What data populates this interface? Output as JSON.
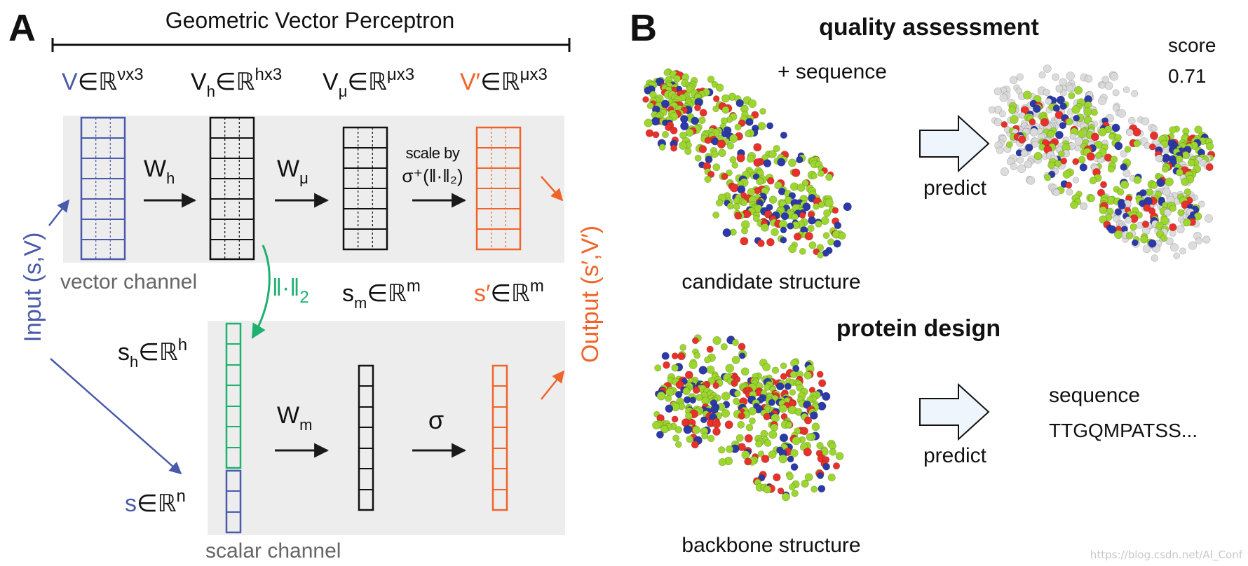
{
  "panel_a": {
    "letter": "A",
    "title": "Geometric Vector Perceptron",
    "v_in": {
      "base": "V",
      "set": "∈ℝ",
      "sup": "νx3"
    },
    "v_h": {
      "base": "V",
      "sub": "h",
      "set": "∈ℝ",
      "sup": "hx3"
    },
    "v_mu": {
      "base": "V",
      "sub": "μ",
      "set": "∈ℝ",
      "sup": "μx3"
    },
    "v_out": {
      "base": "V′",
      "set": "∈ℝ",
      "sup": "μx3"
    },
    "w_h": {
      "base": "W",
      "sub": "h"
    },
    "w_mu": {
      "base": "W",
      "sub": "μ"
    },
    "scale_by": "scale by",
    "sigma_norm": "σ⁺(‖·‖₂)",
    "vector_channel": "vector channel",
    "norm": {
      "base": "‖·‖",
      "sub": "2"
    },
    "s_m": {
      "base": "s",
      "sub": "m",
      "set": "∈ℝ",
      "sup": "m"
    },
    "s_out": {
      "base": "s′",
      "set": "∈ℝ",
      "sup": "m"
    },
    "s_h": {
      "base": "s",
      "sub": "h",
      "set": "∈ℝ",
      "sup": "h"
    },
    "s_in": {
      "base": "s",
      "set": "∈ℝ",
      "sup": "n"
    },
    "w_m": {
      "base": "W",
      "sub": "m"
    },
    "sigma": "σ",
    "scalar_channel": "scalar channel",
    "input_label": "Input (s,V)",
    "output_label": "Output (s′,V′)"
  },
  "panel_b": {
    "letter": "B",
    "quality_title": "quality assessment",
    "plus_sequence": "+ sequence",
    "score_label": "score",
    "score_value": "0.71",
    "predict_1": "predict",
    "candidate_label": "candidate structure",
    "design_title": "protein design",
    "sequence_label": "sequence",
    "sequence_value": "TTGQMPATSS...",
    "predict_2": "predict",
    "backbone_label": "backbone structure"
  },
  "watermark": "https://blog.csdn.net/AI_Conf",
  "colors": {
    "blue": "#4a5aaa",
    "green": "#1db06e",
    "orange": "#f0642a",
    "panel_bg": "#ededed",
    "gray_text": "#666666",
    "atom_green": "#9cd62e",
    "atom_red": "#e8312a",
    "atom_blue": "#2c3aa8",
    "arrow_fill": "#eef5fc"
  }
}
